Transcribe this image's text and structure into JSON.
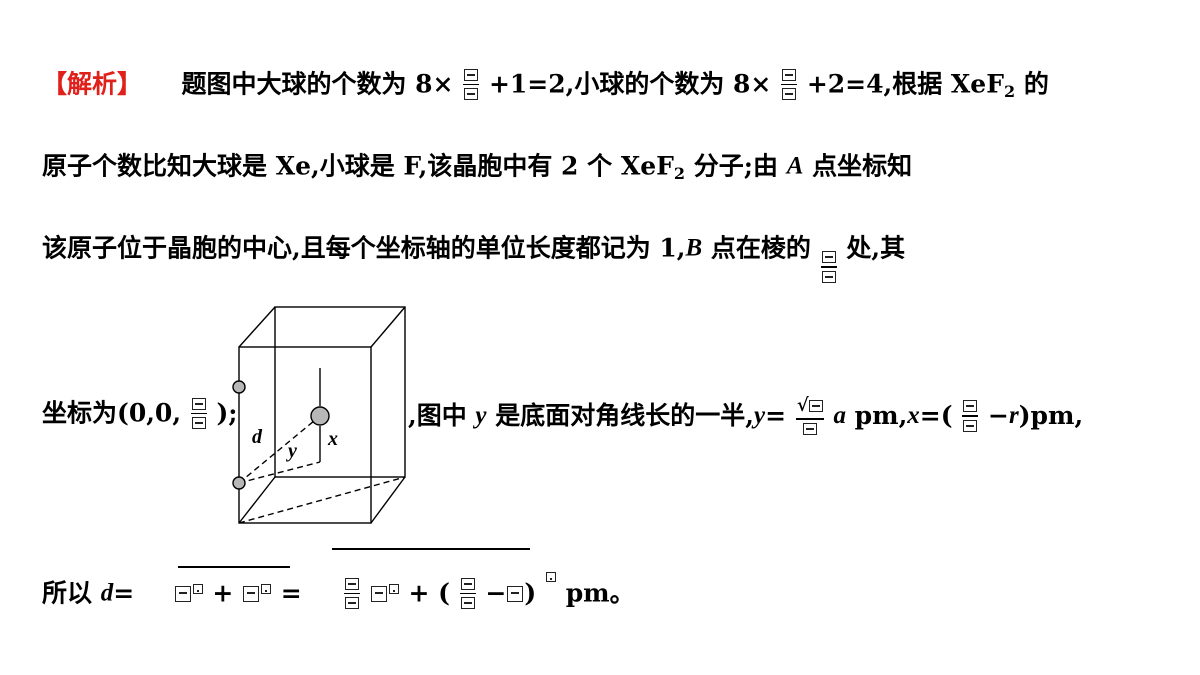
{
  "line1": {
    "label": "【解析】",
    "t1": "题图中大球的个数为 8×",
    "t2": "+1=2,小球的个数为 8×",
    "t3": "+2=4,根据 XeF",
    "sub": "2",
    "t4": " 的"
  },
  "line2": {
    "t1": "原子个数比知大球是 Xe,小球是 F,该晶胞中有 2 个 XeF",
    "sub": "2",
    "t2": " 分子;由 ",
    "A": "A",
    "t3": " 点坐标知"
  },
  "line3": {
    "t1": "该原子位于晶胞的中心,且每个坐标轴的单位长度都记为 1,",
    "B": "B",
    "t2": " 点在棱的",
    "t3": "处,其"
  },
  "line4": {
    "t1": "坐标为(0,0,",
    "t2": ");",
    "t3": ",图中 ",
    "y": "y",
    "t4": " 是底面对角线长的一半,",
    "y2": "y",
    "t5": "=",
    "sqrt": "√",
    "a": "a",
    "t6": " pm,",
    "x": "x",
    "t7": "=(",
    "r": "r",
    "t8": ")pm,"
  },
  "line5": {
    "t1": "所以 ",
    "d": "d",
    "t2": "=",
    "plus1": " + ",
    "eq2": "=",
    "plus2": " + (",
    "minus": "−",
    "close": ")",
    "pm": "  pm。"
  },
  "diagram": {
    "label_d": "d",
    "label_y": "y",
    "label_x": "x"
  }
}
